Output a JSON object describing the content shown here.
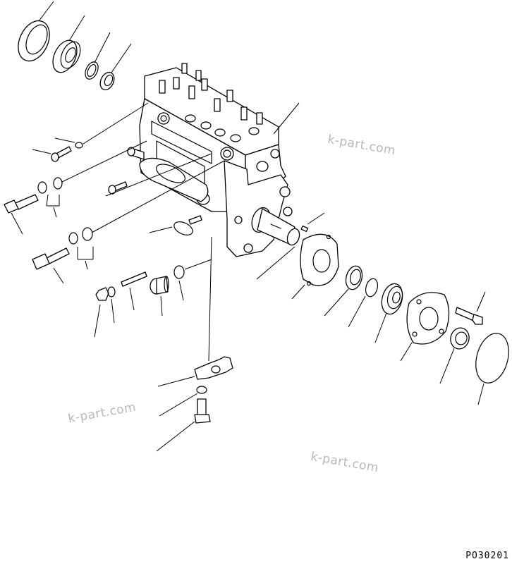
{
  "watermarks": [
    "k-part.com",
    "k-part.com",
    "k-part.com"
  ],
  "drawing_code": "PO30201"
}
